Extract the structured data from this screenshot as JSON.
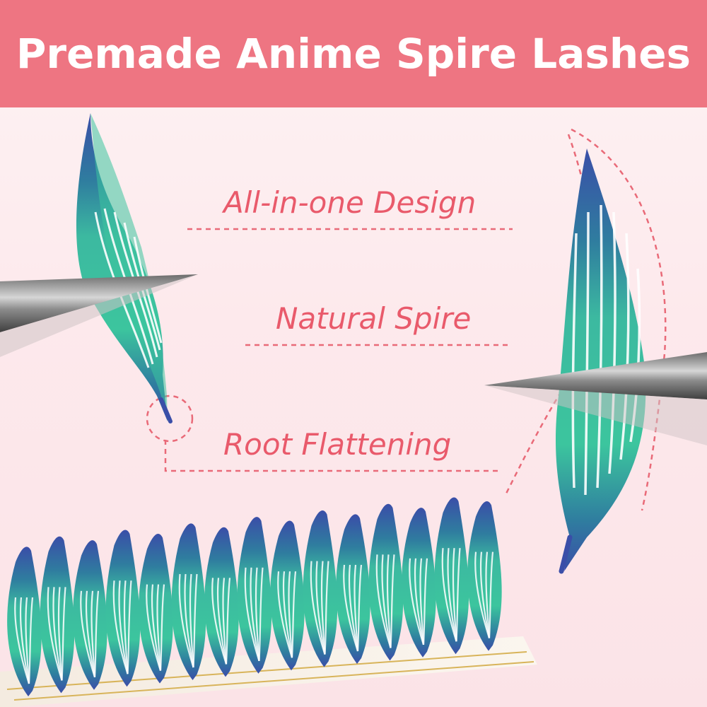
{
  "banner": {
    "title": "Premade Anime Spire Lashes",
    "color": "#ee7582"
  },
  "features": [
    {
      "label": "All-in-one Design"
    },
    {
      "label": "Natural Spire"
    },
    {
      "label": "Root Flattening"
    }
  ],
  "colors": {
    "accent_text": "#e95a6b",
    "dashed_lines": "#e96a78",
    "lash_teal": "#3cc59e",
    "lash_blue": "#3a4ea8"
  },
  "icons": [
    "tweezer-icon",
    "lash-fan-icon",
    "lash-strip-icon",
    "callout-circle-icon"
  ]
}
